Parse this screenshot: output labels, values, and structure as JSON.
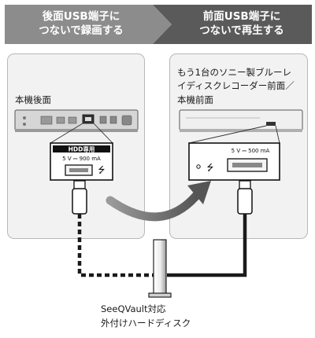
{
  "header": {
    "left_line1": "後面USB端子に",
    "left_line2": "つないで録画する",
    "right_line1": "前面USB端子に",
    "right_line2": "つないで再生する"
  },
  "left_panel": {
    "label": "本機後面",
    "port_title": "HDD専用",
    "port_rating": "5 V ⎓ 900 mA",
    "usb_symbol": "⭍"
  },
  "right_panel": {
    "label_line1": "もう1台のソニー製ブルーレ",
    "label_line2": "イディスクレコーダー前面／",
    "label_line3": "本機前面",
    "port_rating": "5 V ⎓ 500 mA",
    "usb_symbol": "⭍"
  },
  "device": {
    "label_line1": "SeeQVault対応",
    "label_line2": "外付けハードディスク"
  },
  "colors": {
    "header_left": "#8c8c8c",
    "header_right": "#5a5a5a",
    "panel_bg": "#f2f2f2",
    "cable": "#1a1a1a",
    "arrow": "#6e6e6e"
  }
}
